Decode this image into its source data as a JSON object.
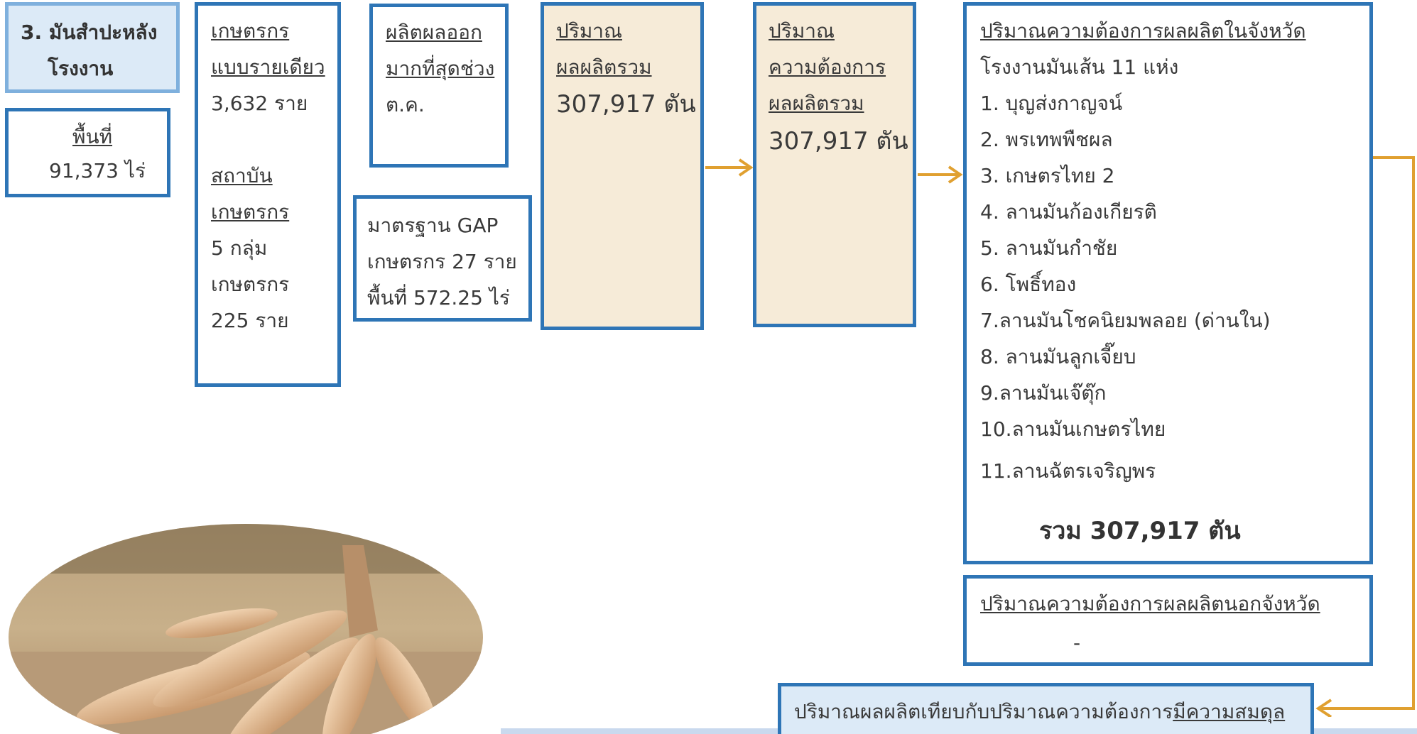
{
  "title_box": {
    "line1": "3. มันสำปะหลัง",
    "line2": "โรงงาน"
  },
  "area_box": {
    "label": "พื้นที่",
    "value": "91,373 ไร่"
  },
  "farmers_box": {
    "label1": "เกษตรกร",
    "label2": "แบบรายเดียว",
    "count": "3,632 ราย",
    "inst_label1": "สถาบัน",
    "inst_label2": "เกษตรกร",
    "groups": "5 กลุ่ม",
    "farmers_label": "เกษตรกร",
    "farmers_count": "225 ราย"
  },
  "peak_box": {
    "label1": "ผลิตผลออก",
    "label2": "มากที่สุดช่วง",
    "value": "ต.ค."
  },
  "gap_box": {
    "line1": "มาตรฐาน GAP",
    "line2": "เกษตรกร 27 ราย",
    "line3": "พื้นที่ 572.25 ไร่"
  },
  "production_box": {
    "label1": "ปริมาณ",
    "label2": "ผลผลิตรวม",
    "value": "307,917 ตัน"
  },
  "demand_box": {
    "label1": "ปริมาณ",
    "label2": "ความต้องการ",
    "label3": "ผลผลิตรวม",
    "value": "307,917 ตัน"
  },
  "in_province_box": {
    "title": "ปริมาณความต้องการผลผลิตในจังหวัด",
    "subtitle": "โรงงานมันเส้น 11 แห่ง",
    "items": [
      "1. บุญส่งกาญจน์",
      "2. พรเทพพืชผล",
      "3. เกษตรไทย 2",
      "4. ลานมันก้องเกียรติ",
      "5. ลานมันกำชัย",
      "6. โพธิ์ทอง",
      "7.ลานมันโชคนิยมพลอย (ด่านใน)",
      "8. ลานมันลูกเจี๊ยบ",
      "9.ลานมันเจ๊ตุ๊ก",
      "10.ลานมันเกษตรไทย",
      "11.ลานฉัตรเจริญพร"
    ],
    "total": "รวม 307,917 ตัน"
  },
  "out_province_box": {
    "title": "ปริมาณความต้องการผลผลิตนอกจังหวัด",
    "value": "-"
  },
  "balance_box": {
    "text": "ปริมาณผลผลิตเทียบกับปริมาณความต้องการ",
    "status": "มีความสมดุล"
  },
  "colors": {
    "border": "#2e75b6",
    "arrow": "#e0a030",
    "beige": "#f6ebd8",
    "lightblue": "#dceaf7"
  },
  "image": {
    "icon": "cassava-root-photo"
  }
}
